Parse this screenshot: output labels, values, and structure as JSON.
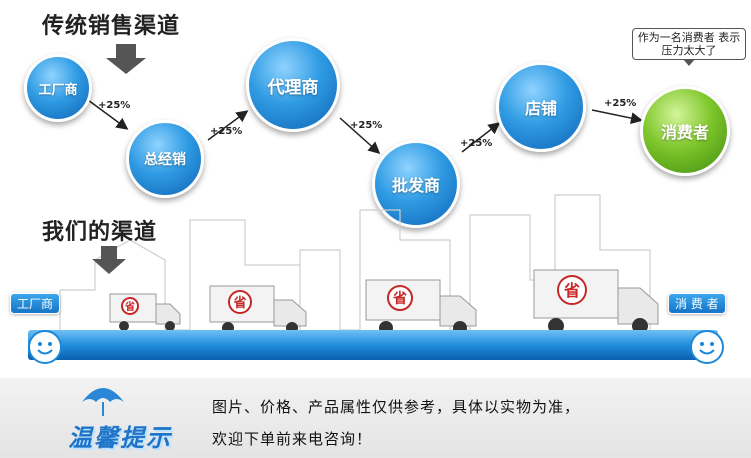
{
  "traditional": {
    "title": "传统销售渠道",
    "nodes": [
      {
        "label": "工厂商"
      },
      {
        "label": "总经销"
      },
      {
        "label": "代理商"
      },
      {
        "label": "批发商"
      },
      {
        "label": "店铺"
      },
      {
        "label": "消费者"
      }
    ],
    "markups": [
      "+25%",
      "+25%",
      "+25%",
      "+25%",
      "+25%"
    ],
    "consumer_speech": "作为一名消费者 表示压力太大了"
  },
  "ours": {
    "title": "我们的渠道",
    "start_label": "工厂商",
    "end_label": "消 费 者",
    "truck_badge": "省"
  },
  "tip": {
    "logo": "温馨提示",
    "line1": "图片、价格、产品属性仅供参考，具体以实物为准，",
    "line2": "欢迎下单前来电咨询！"
  },
  "colors": {
    "blue_node": "#2f9be3",
    "green_node": "#7ec62b",
    "bar": "#1b88d8"
  }
}
